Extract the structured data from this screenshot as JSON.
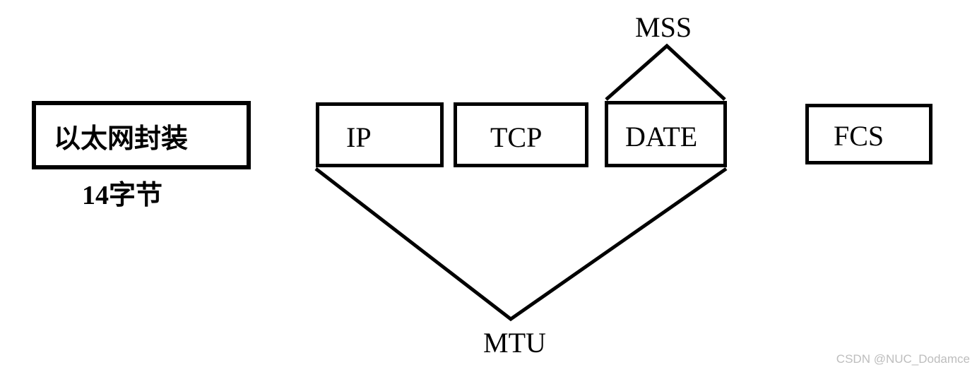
{
  "diagram": {
    "description": "Ethernet frame encapsulation diagram showing MSS and MTU scopes",
    "boxes": [
      {
        "id": "ethernet",
        "label": "以太网封装"
      },
      {
        "id": "ip",
        "label": "IP"
      },
      {
        "id": "tcp",
        "label": "TCP"
      },
      {
        "id": "date",
        "label": "DATE"
      },
      {
        "id": "fcs",
        "label": "FCS"
      }
    ],
    "labels": {
      "bytes": "14字节",
      "mss": "MSS",
      "mtu": "MTU"
    },
    "watermark": "CSDN @NUC_Dodamce",
    "colors": {
      "line": "#000000",
      "background": "#ffffff",
      "text": "#000000",
      "watermark": "#bdbdbd"
    }
  }
}
